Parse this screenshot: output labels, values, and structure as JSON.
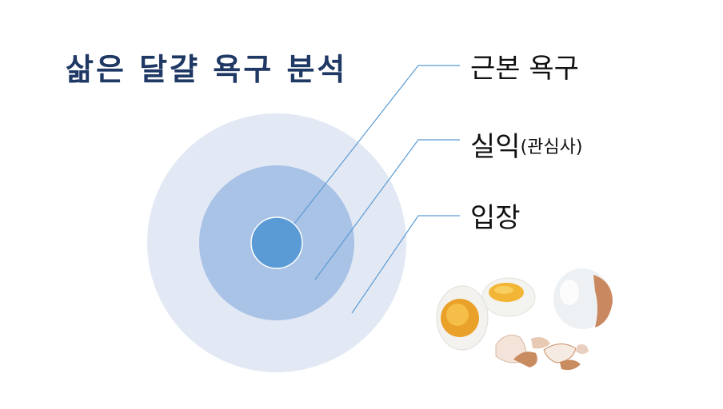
{
  "title": "삶은 달걀 욕구 분석",
  "layers": {
    "core": {
      "label": "근본 욕구",
      "color": "#5b9bd5"
    },
    "interest": {
      "label": "실익",
      "sub_label": "(관심사)",
      "color": "#a9c3e6"
    },
    "position": {
      "label": "입장",
      "color": "#e2e9f5"
    }
  },
  "image": {
    "icon": "boiled-eggs-illustration"
  }
}
